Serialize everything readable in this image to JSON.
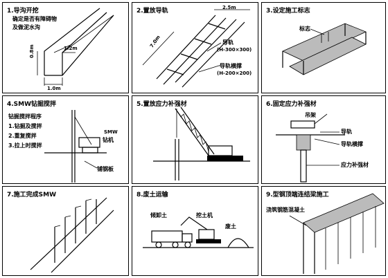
{
  "panels": [
    {
      "title": "1.导沟开挖",
      "lines": [
        "确定是否有障碍物",
        "及做泥水沟"
      ],
      "dims": [
        "1.2m",
        "0.8m",
        "1.0m"
      ]
    },
    {
      "title": "2.置放导轨",
      "dims": [
        "2.5m",
        "7.0m"
      ],
      "labels": [
        "导轨",
        "(H-300×300)",
        "导轨横撑",
        "(H-200×200)"
      ]
    },
    {
      "title": "3.设定施工标志",
      "labels": [
        "标志"
      ]
    },
    {
      "title": "4.SMW钻掘搅拌",
      "lines": [
        "钻掘搅拌程序",
        "1.钻掘及搅拌",
        "2.重复搅拌",
        "3.拉上时搅拌"
      ],
      "labels": [
        "SMW",
        "钻机",
        "铺钢板"
      ]
    },
    {
      "title": "5.置放应力补强材",
      "labels": []
    },
    {
      "title": "6.固定应力补强材",
      "labels": [
        "吊架",
        "导轨",
        "导轨横撑",
        "应力补强材"
      ]
    },
    {
      "title": "7.施工完成SMW",
      "labels": []
    },
    {
      "title": "8.废土运输",
      "labels": [
        "倾卸土",
        "挖土机",
        "废土"
      ]
    },
    {
      "title": "9.型钢顶端连结梁施工",
      "labels": [
        "浇筑钢筋混凝土"
      ]
    }
  ]
}
